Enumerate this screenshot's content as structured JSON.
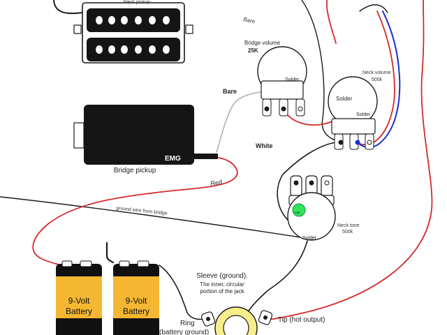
{
  "labels": {
    "neck_pickup": "Neck pickup",
    "bridge_pickup": "Bridge pickup",
    "emg_logo": "EMG",
    "bare_top": "Bare",
    "bridge_volume": "Bridge volume",
    "bridge_volume_value": "25K",
    "bare_mid": "Bare",
    "white": "White",
    "red": "Red",
    "neck_volume": "Neck volume",
    "neck_volume_value": "500k",
    "solder": "Solder",
    "ground_wire": "ground wire from bridge",
    "neck_tone": "Neck tone",
    "neck_tone_value": "500k",
    "cap": "cap",
    "sleeve_title": "Sleeve (ground).",
    "sleeve_desc_1": "The inner, circular",
    "sleeve_desc_2": "portion of the jack",
    "ring_title": "Ring",
    "ring_desc": "(battery ground)",
    "tip": "Tip (hot output)",
    "battery_1": [
      "9-Volt",
      "Battery"
    ],
    "battery_2": [
      "9-Volt",
      "Battery"
    ]
  },
  "colors": {
    "wire_black": "#1a1a1a",
    "wire_red": "#d42a2a",
    "wire_white": "#b8b8b8",
    "wire_blue": "#1c2fd0",
    "battery_yellow": "#f5b731",
    "battery_black": "#111111",
    "capacitor_green": "#2ee55a",
    "jack_yellow": "#f6ee8a"
  }
}
